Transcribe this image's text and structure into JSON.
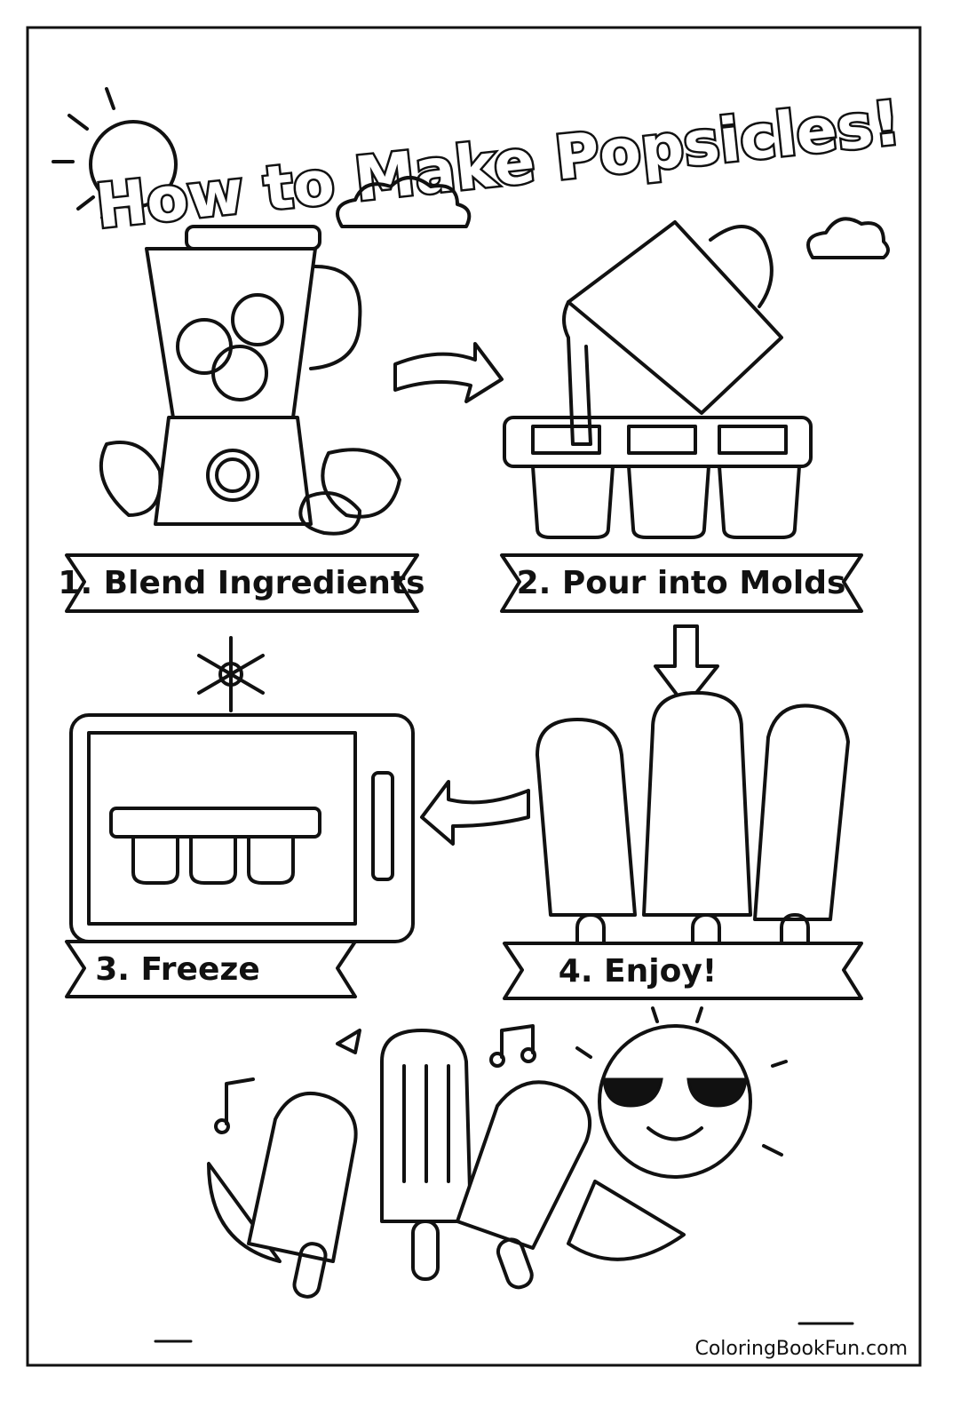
{
  "title": "How to Make Popsicles!",
  "steps": [
    {
      "label": "1. Blend Ingredients"
    },
    {
      "label": "2. Pour into Molds"
    },
    {
      "label": "3. Freeze"
    },
    {
      "label": "4. Enjoy!"
    }
  ],
  "footer": "ColoringBookFun.com",
  "colors": {
    "line": "#111111",
    "background": "#ffffff"
  }
}
